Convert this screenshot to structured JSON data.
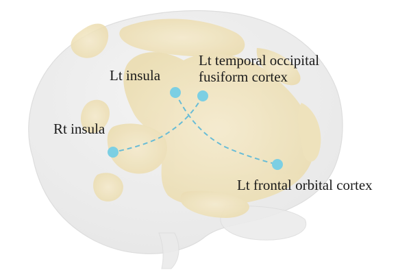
{
  "nodes": [
    {
      "id": "lt-insula",
      "label": "Lt insula"
    },
    {
      "id": "lt-temporal",
      "label": "Lt temporal occipital fusiform cortex"
    },
    {
      "id": "rt-insula",
      "label": "Rt insula"
    },
    {
      "id": "lt-frontal",
      "label": "Lt frontal orbital cortex"
    }
  ],
  "edges": [
    {
      "from": "lt-insula",
      "to": "lt-frontal"
    },
    {
      "from": "lt-temporal",
      "to": "rt-insula"
    }
  ],
  "colors": {
    "node": "#7ccfe3",
    "edge": "#68bcd6",
    "brain_outline": "#e2e2e2",
    "brain_fill": "#eeeeee",
    "cortex": "#f2e6c4",
    "cortex_dark": "#ead9a9",
    "label_text": "#1a1a1a"
  }
}
